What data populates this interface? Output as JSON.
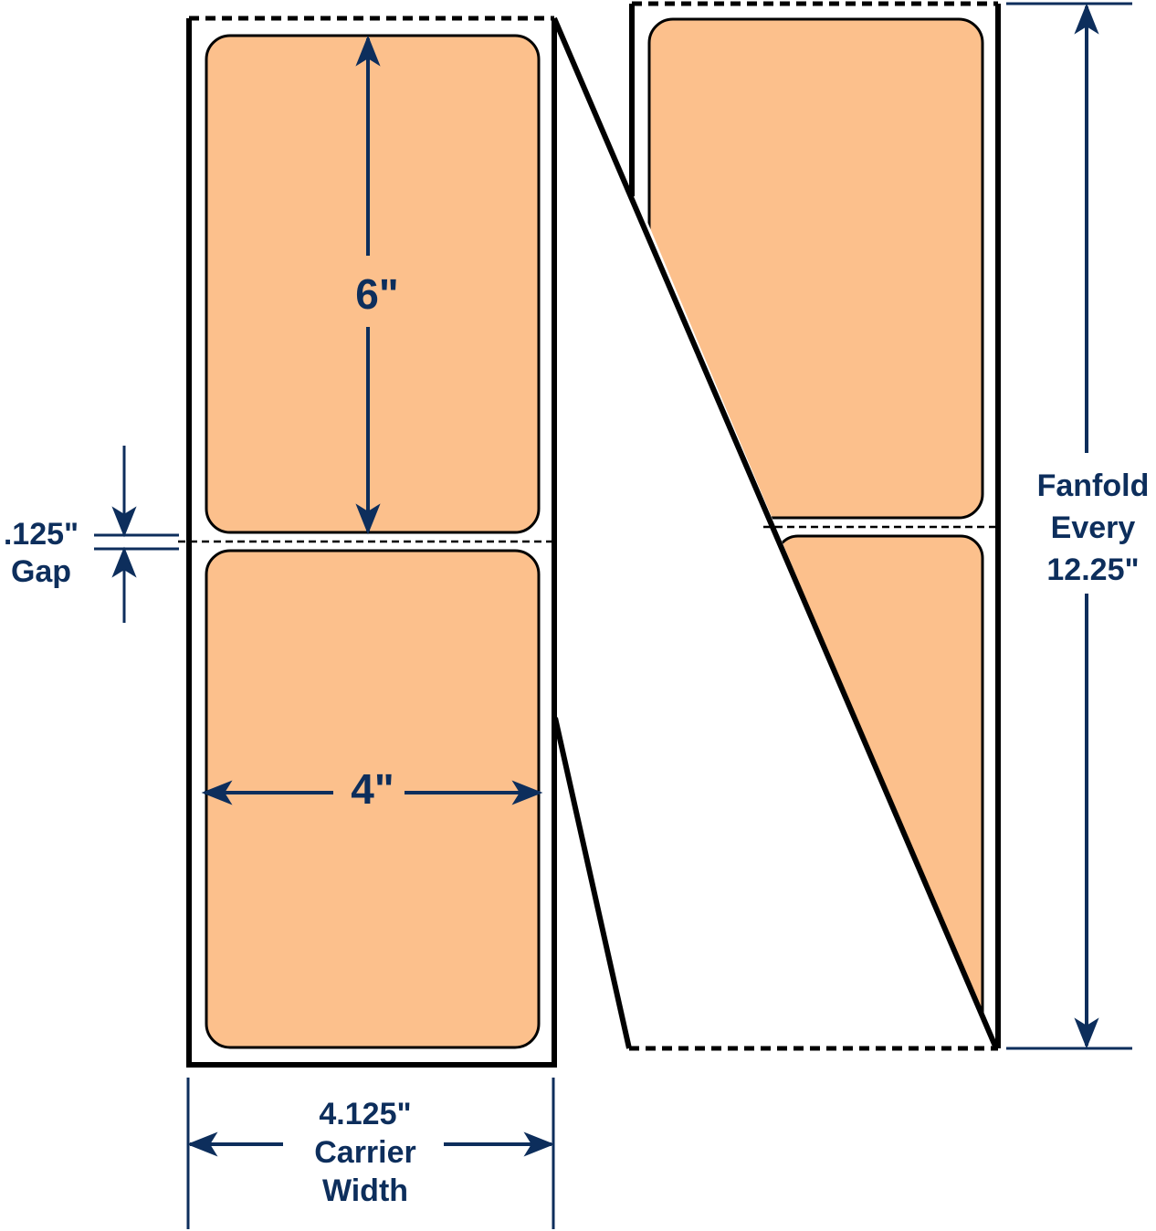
{
  "colors": {
    "label_fill": "#fcc08c",
    "outline": "#000000",
    "dimension": "#0d2e5c",
    "background": "#ffffff"
  },
  "dimensions": {
    "label_height": "6\"",
    "label_width": "4\"",
    "gap": {
      "value": ".125\"",
      "label": "Gap"
    },
    "carrier_width": {
      "value": "4.125\"",
      "line1": "Carrier",
      "line2": "Width"
    },
    "fanfold": {
      "line1": "Fanfold",
      "line2": "Every",
      "line3": "12.25\""
    }
  }
}
